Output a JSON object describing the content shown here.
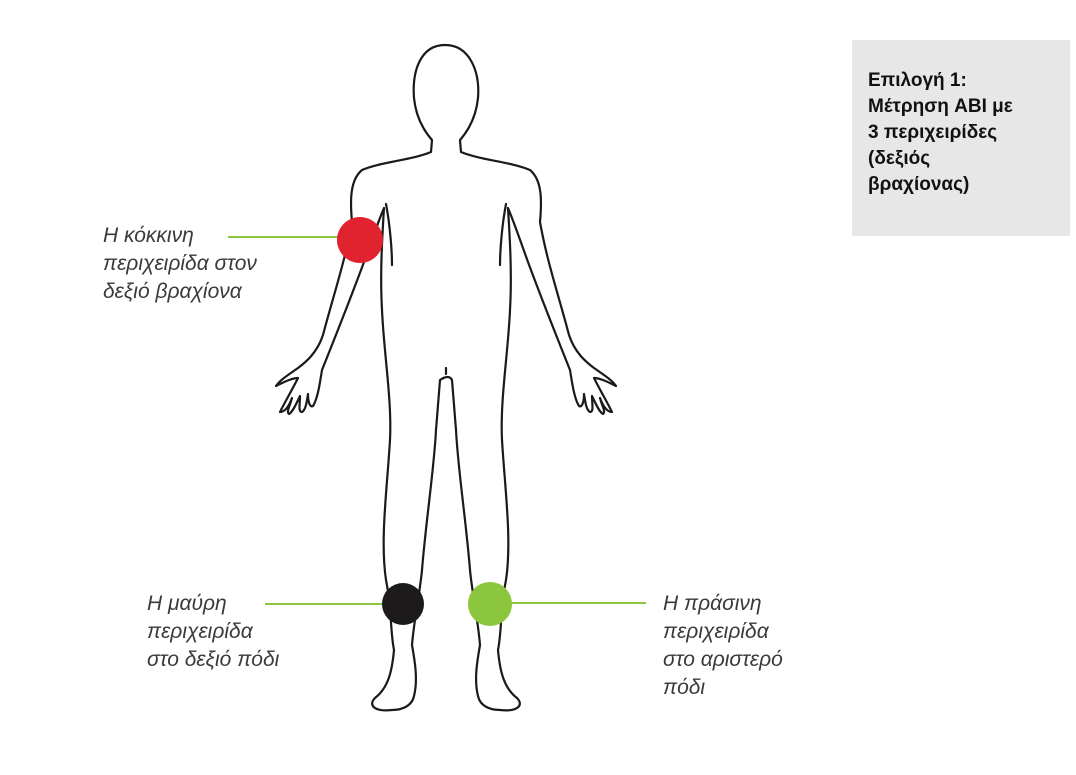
{
  "option_box": {
    "lines": [
      "Επιλογή 1:",
      "Μέτρηση ABI με",
      "3 περιχειρίδες",
      "(δεξιός",
      "βραχίονας)"
    ]
  },
  "cuffs": {
    "red": {
      "color": "#e0232e",
      "lines": [
        "Η κόκκινη",
        "περιχειρίδα στον",
        "δεξιό βραχίονα"
      ]
    },
    "black": {
      "color": "#1c1a1b",
      "lines": [
        "Η μαύρη",
        "περιχειρίδα",
        "στο δεξιό πόδι"
      ]
    },
    "green": {
      "color": "#8cc63f",
      "lines": [
        "Η πράσινη",
        "περιχειρίδα",
        "στο αριστερό",
        "πόδι"
      ]
    }
  },
  "colors": {
    "leader_line": "#8cc63f",
    "outline": "#1a1a1a",
    "box_background": "#e7e7e7"
  }
}
